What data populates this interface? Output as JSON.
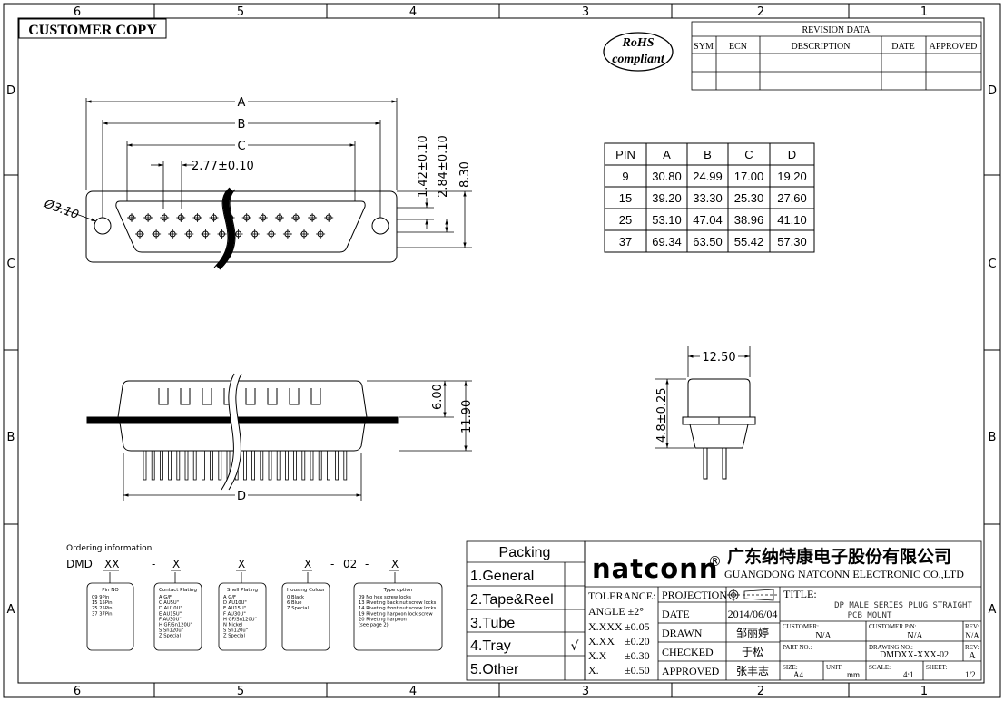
{
  "border": {
    "cols": [
      "6",
      "5",
      "4",
      "3",
      "2",
      "1"
    ],
    "rows": [
      "D",
      "C",
      "B",
      "A"
    ]
  },
  "customer_copy": "CUSTOMER COPY",
  "rohs": {
    "line1": "RoHS",
    "line2": "compliant"
  },
  "revision": {
    "title": "REVISION DATA",
    "headers": [
      "SYM",
      "ECN",
      "DESCRIPTION",
      "DATE",
      "APPROVED"
    ]
  },
  "dims_top": {
    "a": "A",
    "b": "B",
    "c": "C",
    "pitch": "2.77±0.10",
    "hole": "Ø3.10",
    "v1": "1.42±0.10",
    "v2": "2.84±0.10",
    "v3": "8.30"
  },
  "dims_front": {
    "h1": "6.00",
    "h2": "11.90",
    "d": "D"
  },
  "dims_side": {
    "w": "12.50",
    "h": "4.8±0.25"
  },
  "pin_table": {
    "headers": [
      "PIN",
      "A",
      "B",
      "C",
      "D"
    ],
    "rows": [
      [
        "9",
        "30.80",
        "24.99",
        "17.00",
        "19.20"
      ],
      [
        "15",
        "39.20",
        "33.30",
        "25.30",
        "27.60"
      ],
      [
        "25",
        "53.10",
        "47.04",
        "38.96",
        "41.10"
      ],
      [
        "37",
        "69.34",
        "63.50",
        "55.42",
        "57.30"
      ]
    ]
  },
  "ordering": {
    "title": "Ordering  information",
    "code": [
      "DMD",
      "XX",
      "-",
      "X",
      "X",
      "X",
      "-",
      "02",
      "-",
      "X"
    ],
    "boxes": [
      {
        "title": "Pin NO",
        "lines": [
          "09   9Pin",
          "15   15Pin",
          "25   25Pin",
          "37   37Pin"
        ]
      },
      {
        "title": "Contact Plating",
        "lines": [
          "A   G/F",
          "C   AU5U\"",
          "D   AU10U\"",
          "E   AU15U\"",
          "F   AU30U\"",
          "H   GF/Sn120U\"",
          "S   Sn120u\"",
          "Z   Special"
        ]
      },
      {
        "title": "Shell Plating",
        "lines": [
          "A   G/F",
          "D   AU10U\"",
          "E   AU15U\"",
          "F   AU30U\"",
          "H   GF/Sn120U\"",
          "N   Nickel",
          "S   Sn120u\"",
          "Z   Special"
        ]
      },
      {
        "title": "Housing Colour",
        "lines": [
          "0   Black",
          "6   Blue",
          "Z   Special"
        ]
      },
      {
        "title": "Type option",
        "lines": [
          "09 No hex screw locks",
          "13 Riveting  back nut  screw locks",
          "14 Riveting  front nut  screw locks",
          "19 Riveting  harpoon lock  screw",
          "20  Riveting  harpoon",
          "(see page 2)"
        ]
      }
    ]
  },
  "packing": {
    "title": "Packing",
    "items": [
      "1.General",
      "2.Tape&Reel",
      "3.Tube",
      "4.Tray",
      "5.Other"
    ],
    "checked_mark": "√"
  },
  "titleblock": {
    "brand": "natconn",
    "reg": "®",
    "company_cn": "广东纳特康电子股份有限公司",
    "company_en": "GUANGDONG NATCONN ELECTRONIC CO.,LTD",
    "tolerance_label": "TOLERANCE:",
    "angle": "ANGLE ±2°",
    "tol_rows": [
      [
        "X.XXX",
        "±0.05"
      ],
      [
        "X.XX",
        "±0.20"
      ],
      [
        "X.X",
        "±0.30"
      ],
      [
        "X.",
        "±0.50"
      ]
    ],
    "projection": "PROJECTION",
    "date_label": "DATE",
    "date_value": "2014/06/04",
    "drawn_label": "DRAWN",
    "drawn_value": "邹丽婷",
    "checked_label": "CHECKED",
    "checked_value": "于松",
    "approved_label": "APPROVED",
    "approved_value": "张丰志",
    "title_label": "TITLE:",
    "title_line1": "DP MALE SERIES PLUG STRAIGHT",
    "title_line2": "PCB MOUNT",
    "customer_label": "CUSTOMER:",
    "customer_value": "N/A",
    "cust_pn_label": "CUSTOMER P/N:",
    "cust_pn_value": "N/A",
    "rev_label": "REV:",
    "rev_value": "N/A",
    "part_no_label": "PART NO.:",
    "drawing_no_label": "DRAWING NO.:",
    "drawing_no_value": "DMDXX-XXX-02",
    "rev2_label": "REV:",
    "rev2_value": "A",
    "size_label": "SIZE:",
    "size_value": "A4",
    "unit_label": "UNIT:",
    "unit_value": "mm",
    "scale_label": "SCALE:",
    "scale_value": "4:1",
    "sheet_label": "SHEET:",
    "sheet_value": "1/2"
  }
}
